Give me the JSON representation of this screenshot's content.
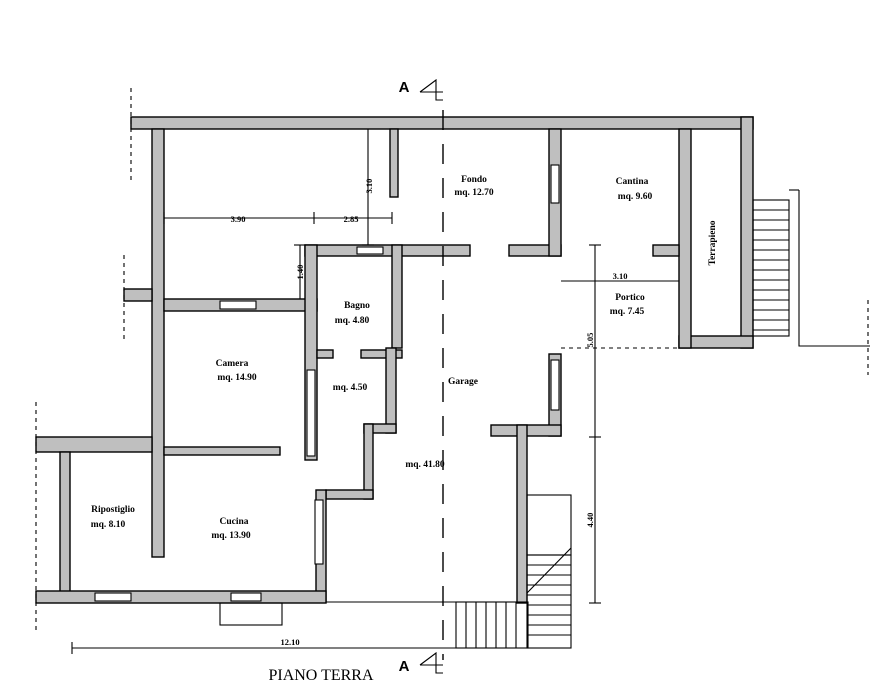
{
  "title": "PIANO TERRA",
  "section_marker": "A",
  "rooms": {
    "fondo": {
      "name": "Fondo",
      "area": "mq. 12.70"
    },
    "cantina": {
      "name": "Cantina",
      "area": "mq. 9.60"
    },
    "terrapieno": {
      "name": "Terrapieno"
    },
    "bagno": {
      "name": "Bagno",
      "area": "mq. 4.80"
    },
    "portico": {
      "name": "Portico",
      "area": "mq. 7.45"
    },
    "camera": {
      "name": "Camera",
      "area": "mq. 14.90"
    },
    "disimpegno": {
      "area": "mq. 4.50"
    },
    "garage": {
      "name": "Garage",
      "area": "mq. 41.80"
    },
    "ripostiglio": {
      "name": "Ripostiglio",
      "area": "mq. 8.10"
    },
    "cucina": {
      "name": "Cucina",
      "area": "mq. 13.90"
    }
  },
  "dimensions": {
    "d_390": "3.90",
    "d_285": "2.85",
    "d_310_vertical": "3.10",
    "d_140": "1.40",
    "d_310_portico": "3.10",
    "d_505": "5.05",
    "d_440": "4.40",
    "d_1210": "12.10"
  },
  "colors": {
    "wall_fill": "#bfbfbf",
    "line": "#000000",
    "background": "#ffffff"
  }
}
